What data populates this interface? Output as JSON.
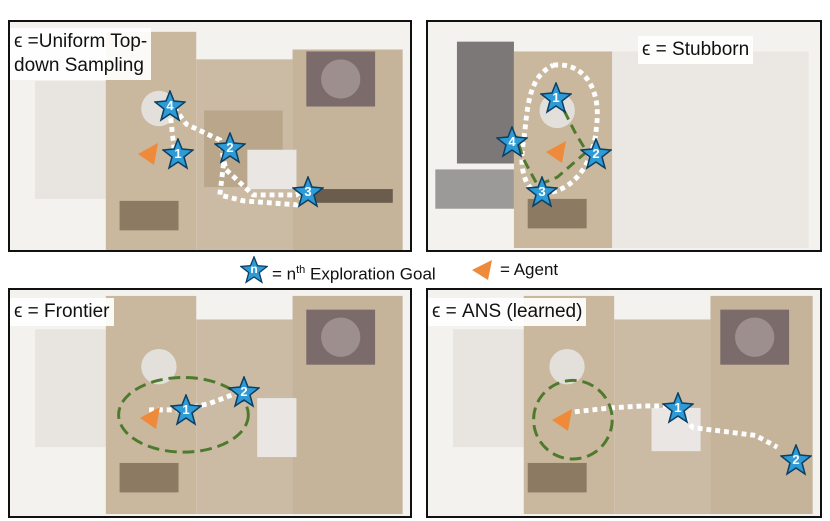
{
  "panels": {
    "uniform": {
      "label_line1": "ϵ =Uniform Top-",
      "label_line2": "down Sampling",
      "goal_numbers": [
        "1",
        "2",
        "3",
        "4"
      ]
    },
    "stubborn": {
      "label": "ϵ = Stubborn",
      "goal_numbers": [
        "1",
        "2",
        "3",
        "4"
      ]
    },
    "frontier": {
      "label": "ϵ = Frontier",
      "goal_numbers": [
        "1",
        "2"
      ]
    },
    "ans": {
      "label": "ϵ = ANS (learned)",
      "goal_numbers": [
        "1",
        "2"
      ]
    }
  },
  "legend": {
    "goal_icon_text": "n",
    "goal_prefix": "= n",
    "goal_sup": "th",
    "goal_suffix": " Exploration Goal",
    "agent_text": "= Agent"
  },
  "colors": {
    "goal_star": "#2e9bd6",
    "agent": "#ee8a3a",
    "dashed_path": "#ffffff",
    "frontier_ring": "#4e7a2e",
    "floor": "#c9b79e"
  }
}
